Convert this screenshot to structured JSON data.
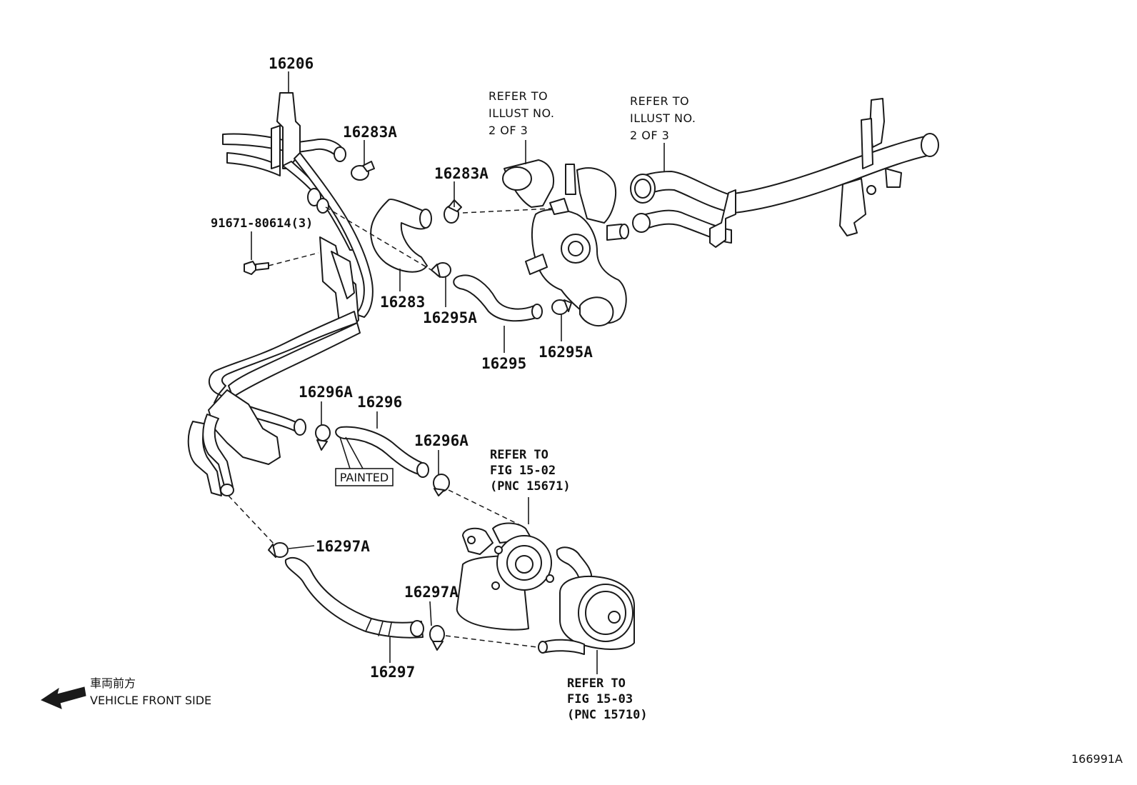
{
  "part_labels": {
    "p16206": "16206",
    "p16283A_top": "16283A",
    "p16283A_mid": "16283A",
    "bolt": "91671-80614(3)",
    "p16283": "16283",
    "p16295A_left": "16295A",
    "p16295": "16295",
    "p16295A_right": "16295A",
    "p16296A_left": "16296A",
    "p16296": "16296",
    "p16296A_right": "16296A",
    "p16297A_top": "16297A",
    "p16297A_bottom": "16297A",
    "p16297": "16297"
  },
  "refer_notes": {
    "illust_left": [
      "REFER TO",
      "ILLUST NO.",
      "2 OF 3"
    ],
    "illust_right": [
      "REFER TO",
      "ILLUST NO.",
      "2 OF 3"
    ],
    "fig_15_02": [
      "REFER TO",
      "FIG 15-02",
      "(PNC 15671)"
    ],
    "fig_15_03": [
      "REFER TO",
      "FIG 15-03",
      "(PNC 15710)"
    ]
  },
  "painted_tag": "PAINTED",
  "direction": {
    "japanese": "車両前方",
    "english": "VEHICLE FRONT SIDE",
    "icon": "arrow-left-icon"
  },
  "illustration_id": "166991A"
}
